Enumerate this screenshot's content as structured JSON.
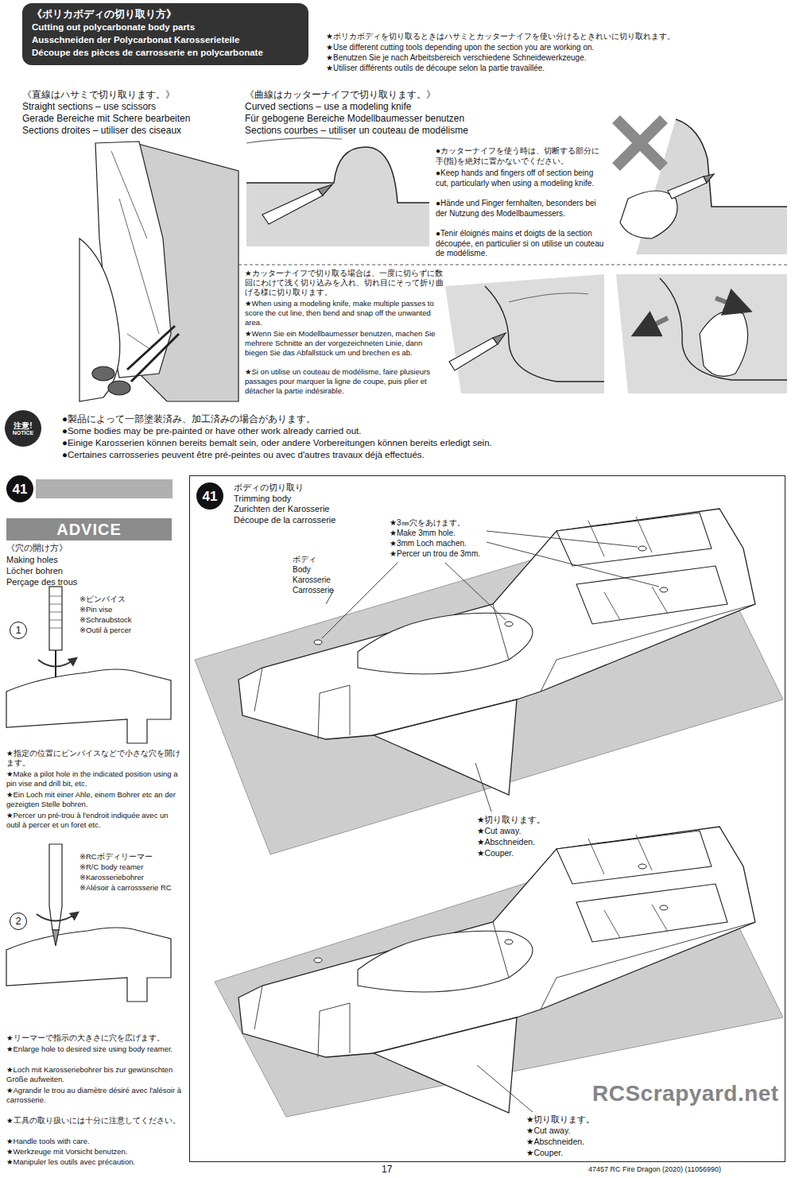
{
  "diagram": {
    "nodes": [
      {
        "text": [
          "《ポリカボディの切り取り方》",
          "Cutting out polycarbonate body parts",
          "Ausschneiden der Polycarbonat Karosserieteile",
          "Découpe des pièces de carrosserie en polycarbonate"
        ]
      },
      {
        "text": [
          "注意!",
          "NOTICE"
        ]
      },
      {
        "text": [
          "41"
        ]
      },
      {
        "text": [
          "ADVICE"
        ]
      },
      {
        "text": [
          "ボディの切り取り",
          "Trimming body",
          "Zurichten der Karosserie",
          "Découpe de la carrosserie"
        ]
      },
      {
        "text": [
          "41"
        ],
        "in": 4
      }
    ],
    "labels": [
      "★ポリカボディを切り取るときはハサミとカッターナイフを使い分けるときれいに切り取れます。",
      "★Use different cutting tools depending upon the section you are working on.",
      "★Benutzen Sie je nach Arbeitsbereich verschiedene Schneidewerkzeuge.",
      "★Utiliser différents outils de découpe selon la partie travaillée.",
      "《直線はハサミで切り取ります。》",
      "Straight sections – use scissors",
      "Gerade Bereiche mit Schere bearbeiten",
      "Sections droites – utiliser des ciseaux",
      "《曲線はカッターナイフで切り取ります。》",
      "Curved sections – use a modeling knife",
      "Für gebogene Bereiche Modellbaumesser benutzen",
      "Sections courbes – utiliser un couteau de modélisme",
      "●カッターナイフを使う時は、切断する部分に手(指)を絶対に置かないでください。",
      "●Keep hands and fingers off of section being cut, particularly when using a modeling knife.",
      "●Hände und Finger fernhalten, besonders bei der Nutzung des Modellbaumessers.",
      "●Tenir éloignés mains et doigts de la section découpée, en particulier si on utilise un couteau de modélisme.",
      "★カッターナイフで切り取る場合は、一度に切らずに数回にわけて浅く切り込みを入れ、切れ目にそって折り曲げる様に切り取ります。",
      "★When using a modeling knife, make multiple passes to score the cut line, then bend and snap off the unwanted area.",
      "★Wenn Sie ein Modellbaumesser benutzen, machen Sie mehrere Schnitte an der vorgezeichneten Linie, dann biegen Sie das Abfallstück um und brechen es ab.",
      "★Si on utilise un couteau de modélisme, faire plusieurs passages pour marquer la ligne de coupe, puis plier et détacher la partie indésirable.",
      "●製品によって一部塗装済み、加工済みの場合があります。",
      "●Some bodies may be pre-painted or have other work already carried out.",
      "●Einige Karosserien können bereits bemalt sein, oder andere Vorbereitungen können bereits erledigt sein.",
      "●Certaines carrosseries peuvent être pré-peintes ou avec d'autres travaux déjà effectués.",
      "《穴の開け方》",
      "Making holes",
      "Löcher bohren",
      "Perçage des trous",
      "1",
      "※ピンバイス",
      "※Pin vise",
      "※Schraubstock",
      "※Outil à percer",
      "★指定の位置にピンバイスなどで小さな穴を開けます。",
      "★Make a pilot hole in the indicated position using a pin vise and drill bit, etc.",
      "★Ein Loch mit einer Ahle, einem Bohrer etc an der gezeigten Stelle bohren.",
      "★Percer un pré-trou à l'endroit indiquée avec un outil à percer et un foret etc.",
      "2",
      "※RCボディリーマー",
      "※R/C body reamer",
      "※Karosseriebohrer",
      "※Alésoir à carrossserie RC",
      "★リーマーで指示の大きさに穴を広げます。",
      "★Enlarge hole to desired size using body reamer.",
      "★Loch mit Karosseriebohrer bis zur gewünschten Größe aufweiten.",
      "★Agrandir le trou au diamètre désiré avec l'alésoir à carrosserie.",
      "★工具の取り扱いには十分に注意してください。",
      "★Handle tools with care.",
      "★Werkzeuge mit Vorsicht benutzen.",
      "★Manipuler les outils avec précaution.",
      "★3㎜穴をあけます。",
      "★Make 3mm hole.",
      "★3mm Loch machen.",
      "★Percer un trou de 3mm.",
      "ボディ",
      "Body",
      "Karosserie",
      "Carrosserie",
      "★切り取ります。",
      "★Cut away.",
      "★Abschneiden.",
      "★Couper.",
      "★切り取ります。",
      "★Cut away.",
      "★Abschneiden.",
      "★Couper.",
      "17",
      "47457 RC Fire Dragon (2020) (11056990)",
      "RCScrapyard.net"
    ]
  }
}
